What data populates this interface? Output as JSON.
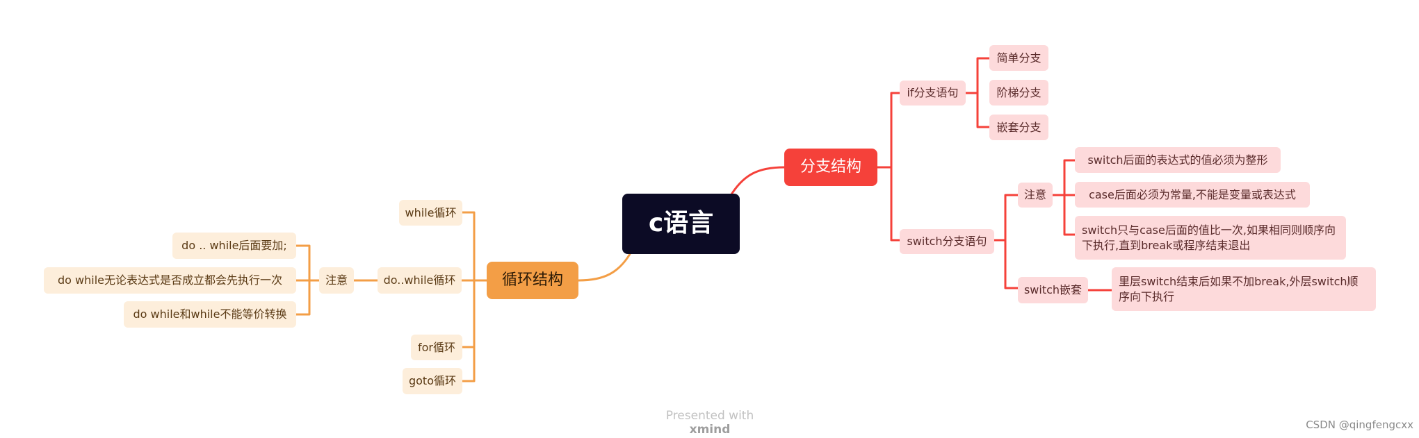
{
  "mindmap": {
    "root": "c语言",
    "branch": {
      "title": "分支结构",
      "if": {
        "label": "if分支语句",
        "children": [
          "简单分支",
          "阶梯分支",
          "嵌套分支"
        ]
      },
      "switch": {
        "label": "switch分支语句",
        "note": {
          "label": "注意",
          "children": [
            "switch后面的表达式的值必须为整形",
            "case后面必须为常量,不能是变量或表达式",
            "switch只与case后面的值比一次,如果相同则顺序向下执行,直到break或程序结束退出"
          ]
        },
        "nested": {
          "label": "switch嵌套",
          "child": "里层switch结束后如果不加break,外层switch顺序向下执行"
        }
      }
    },
    "loop": {
      "title": "循环结构",
      "while": "while循环",
      "dowhile": {
        "label": "do..while循环",
        "note": {
          "label": "注意",
          "children": [
            "do .. while后面要加;",
            "do while无论表达式是否成立都会先执行一次",
            "do while和while不能等价转换"
          ]
        }
      },
      "for": "for循环",
      "goto": "goto循环"
    }
  },
  "footer": {
    "presented": "Presented with",
    "brand": "xmind",
    "credit": "CSDN @qingfengcxx"
  },
  "colors": {
    "branch_line": "#f5413a",
    "loop_line": "#f39e46",
    "root_bg": "#0c0b25"
  }
}
